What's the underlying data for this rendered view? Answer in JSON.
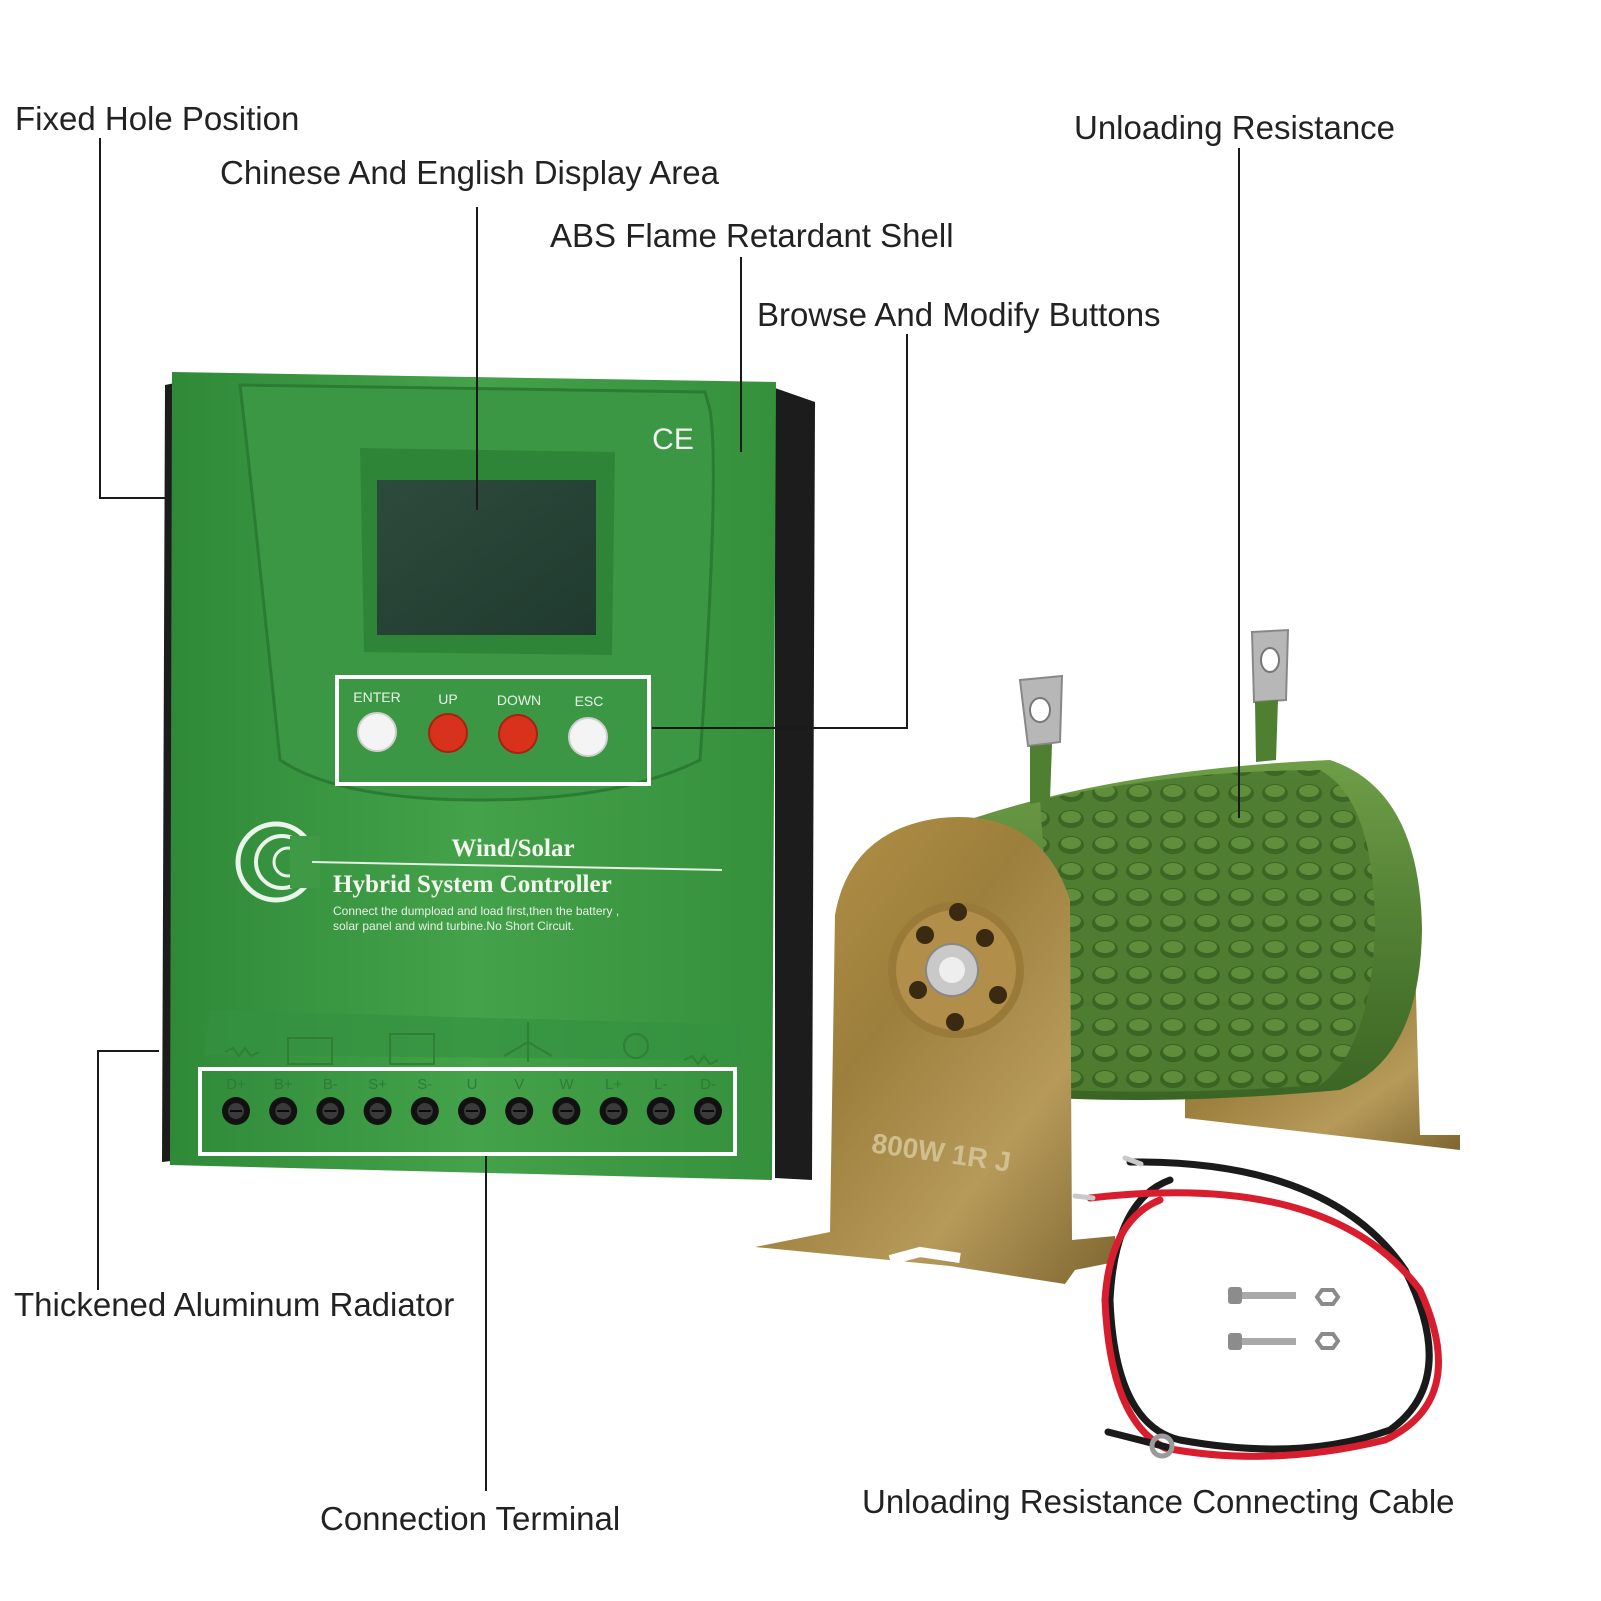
{
  "callouts": {
    "fixed_hole": "Fixed Hole Position",
    "display_area": "Chinese And English Display Area",
    "abs_shell": "ABS Flame Retardant Shell",
    "browse_buttons": "Browse And Modify Buttons",
    "unloading_resistance": "Unloading Resistance",
    "aluminum_radiator": "Thickened Aluminum Radiator",
    "connection_terminal": "Connection Terminal",
    "connecting_cable": "Unloading Resistance Connecting Cable"
  },
  "controller": {
    "ce_mark": "CE",
    "button_labels": [
      "ENTER",
      "UP",
      "DOWN",
      "ESC"
    ],
    "title_line1": "Wind/Solar",
    "title_line2": "Hybrid System Controller",
    "warning_line1": "Connect the dumpload and load first,then the battery ,",
    "warning_line2": "solar panel and wind turbine.No Short Circuit.",
    "terminal_labels": [
      "D+",
      "B+",
      "B-",
      "S+",
      "S-",
      "U",
      "V",
      "W",
      "L+",
      "L-",
      "D-"
    ]
  },
  "resistor": {
    "rating": "800W 1R J"
  },
  "colors": {
    "shell_green": "#3f9a45",
    "shell_dark": "#2f7e36",
    "radiator_black": "#1c1c1c",
    "button_white": "#f4f4f4",
    "button_red": "#d8321c",
    "resistor_green": "#5c8a3a",
    "bracket_brass": "#a6883c",
    "cable_red": "#d81e2e",
    "cable_black": "#1a1a1a"
  }
}
